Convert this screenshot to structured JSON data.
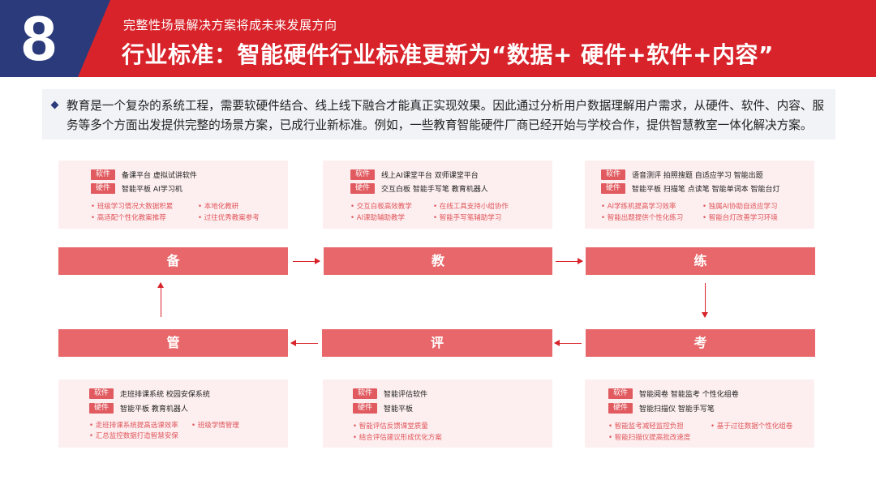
{
  "header": {
    "number": "8",
    "subtitle": "完整性场景解决方案将成未来发展方向",
    "title": "行业标准：智能硬件行业标准更新为“数据+ 硬件+软件+内容”"
  },
  "intro": {
    "text": "教育是一个复杂的系统工程，需要软硬件结合、线上线下融合才能真正实现效果。因此通过分析用户数据理解用户需求，从硬件、软件、内容、服务等多个方面出发提供完整的场景方案，已成行业新标准。例如，一些教育智能硬件厂商已经开始与学校合作，提供智慧教室一体化解决方案。"
  },
  "colors": {
    "header_red": "#d8232a",
    "header_navy": "#2b3a7a",
    "bar": "#e8676a",
    "card_bg": "#fdeff0",
    "tag": "#e05a5f",
    "point_text": "#e0555a"
  },
  "stages": {
    "bei": "备",
    "jiao": "教",
    "lian": "练",
    "guan": "管",
    "ping": "评",
    "kao": "考"
  },
  "cards": {
    "bei": {
      "software_tag": "软件",
      "software": "备课平台   虚拟试讲软件",
      "hardware_tag": "硬件",
      "hardware": "智能平板   AI学习机",
      "points": [
        "• 班级学习情况大数据积累",
        "• 本地化教研",
        "• 高适配个性化教案推荐",
        "• 过往优秀教案参考"
      ]
    },
    "jiao": {
      "software_tag": "软件",
      "software": "线上AI课堂平台   双师课堂平台",
      "hardware_tag": "硬件",
      "hardware": "交互白板   智能手写笔   教育机器人",
      "points": [
        "• 交互白板高效教学",
        "• 在线工具支持小组协作",
        "• AI课助辅助教学",
        "• 智能手写笔辅助学习"
      ]
    },
    "lian": {
      "software_tag": "软件",
      "software": "语音测评   拍照搜题   自适应学习   智能出题",
      "hardware_tag": "硬件",
      "hardware": "智能平板   扫描笔   点读笔   智能单词本   智能台灯",
      "points": [
        "• AI学练机提高学习效率",
        "• 独属AI协助自适应学习",
        "• 智能出题提供个性化练习",
        "• 智能台灯改善学习环境"
      ]
    },
    "guan": {
      "software_tag": "软件",
      "software": "走班排课系统   校园安保系统",
      "hardware_tag": "硬件",
      "hardware": "智能平板   教育机器人",
      "points": [
        "• 走班排课系统提高选课效率",
        "• 班级学情管理",
        "• 汇总监控数据打造智慧安保"
      ]
    },
    "ping": {
      "software_tag": "软件",
      "software": "智能评估软件",
      "hardware_tag": "硬件",
      "hardware": "智能平板",
      "points": [
        "• 智能评估反馈课堂质量",
        "• 结合评估建议形成优化方案"
      ]
    },
    "kao": {
      "software_tag": "软件",
      "software": "智能阅卷   智能监考   个性化组卷",
      "hardware_tag": "硬件",
      "hardware": "智能扫描仪   智能手写笔",
      "points": [
        "• 智能监考减轻监控负担",
        "• 基于过往数据个性化组卷",
        "• 智能扫描仪提高批改速度"
      ]
    }
  }
}
